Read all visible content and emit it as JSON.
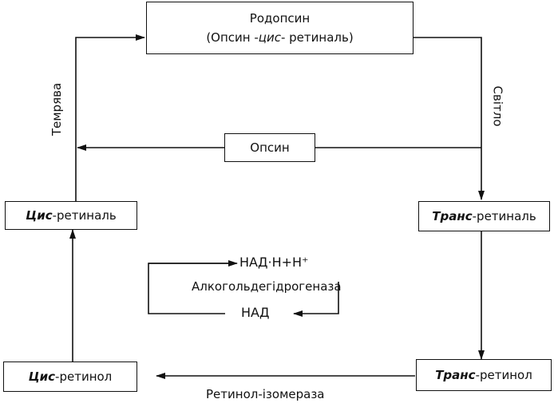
{
  "rhodopsin": {
    "line1": "Родопсин",
    "line2_a": "(Опсин -",
    "line2_b": "цис",
    "line2_c": "- ретиналь)"
  },
  "opsin": "Опсин",
  "cis_retinal": {
    "prefix": "Цис",
    "suffix": "-ретиналь"
  },
  "trans_retinal": {
    "prefix": "Транс",
    "suffix": "-ретиналь"
  },
  "cis_retinol": {
    "prefix": "Цис",
    "suffix": "-ретинол"
  },
  "trans_retinol": {
    "prefix": "Транс",
    "suffix": "-ретинол"
  },
  "enzyme": {
    "nadh": "НАД·Н+Н⁺",
    "name": "Алкогольдегідрогеназа",
    "nad": "НАД"
  },
  "labels": {
    "dark": "Темрява",
    "light": "Світло",
    "isomerase": "Ретинол-ізомераза"
  }
}
